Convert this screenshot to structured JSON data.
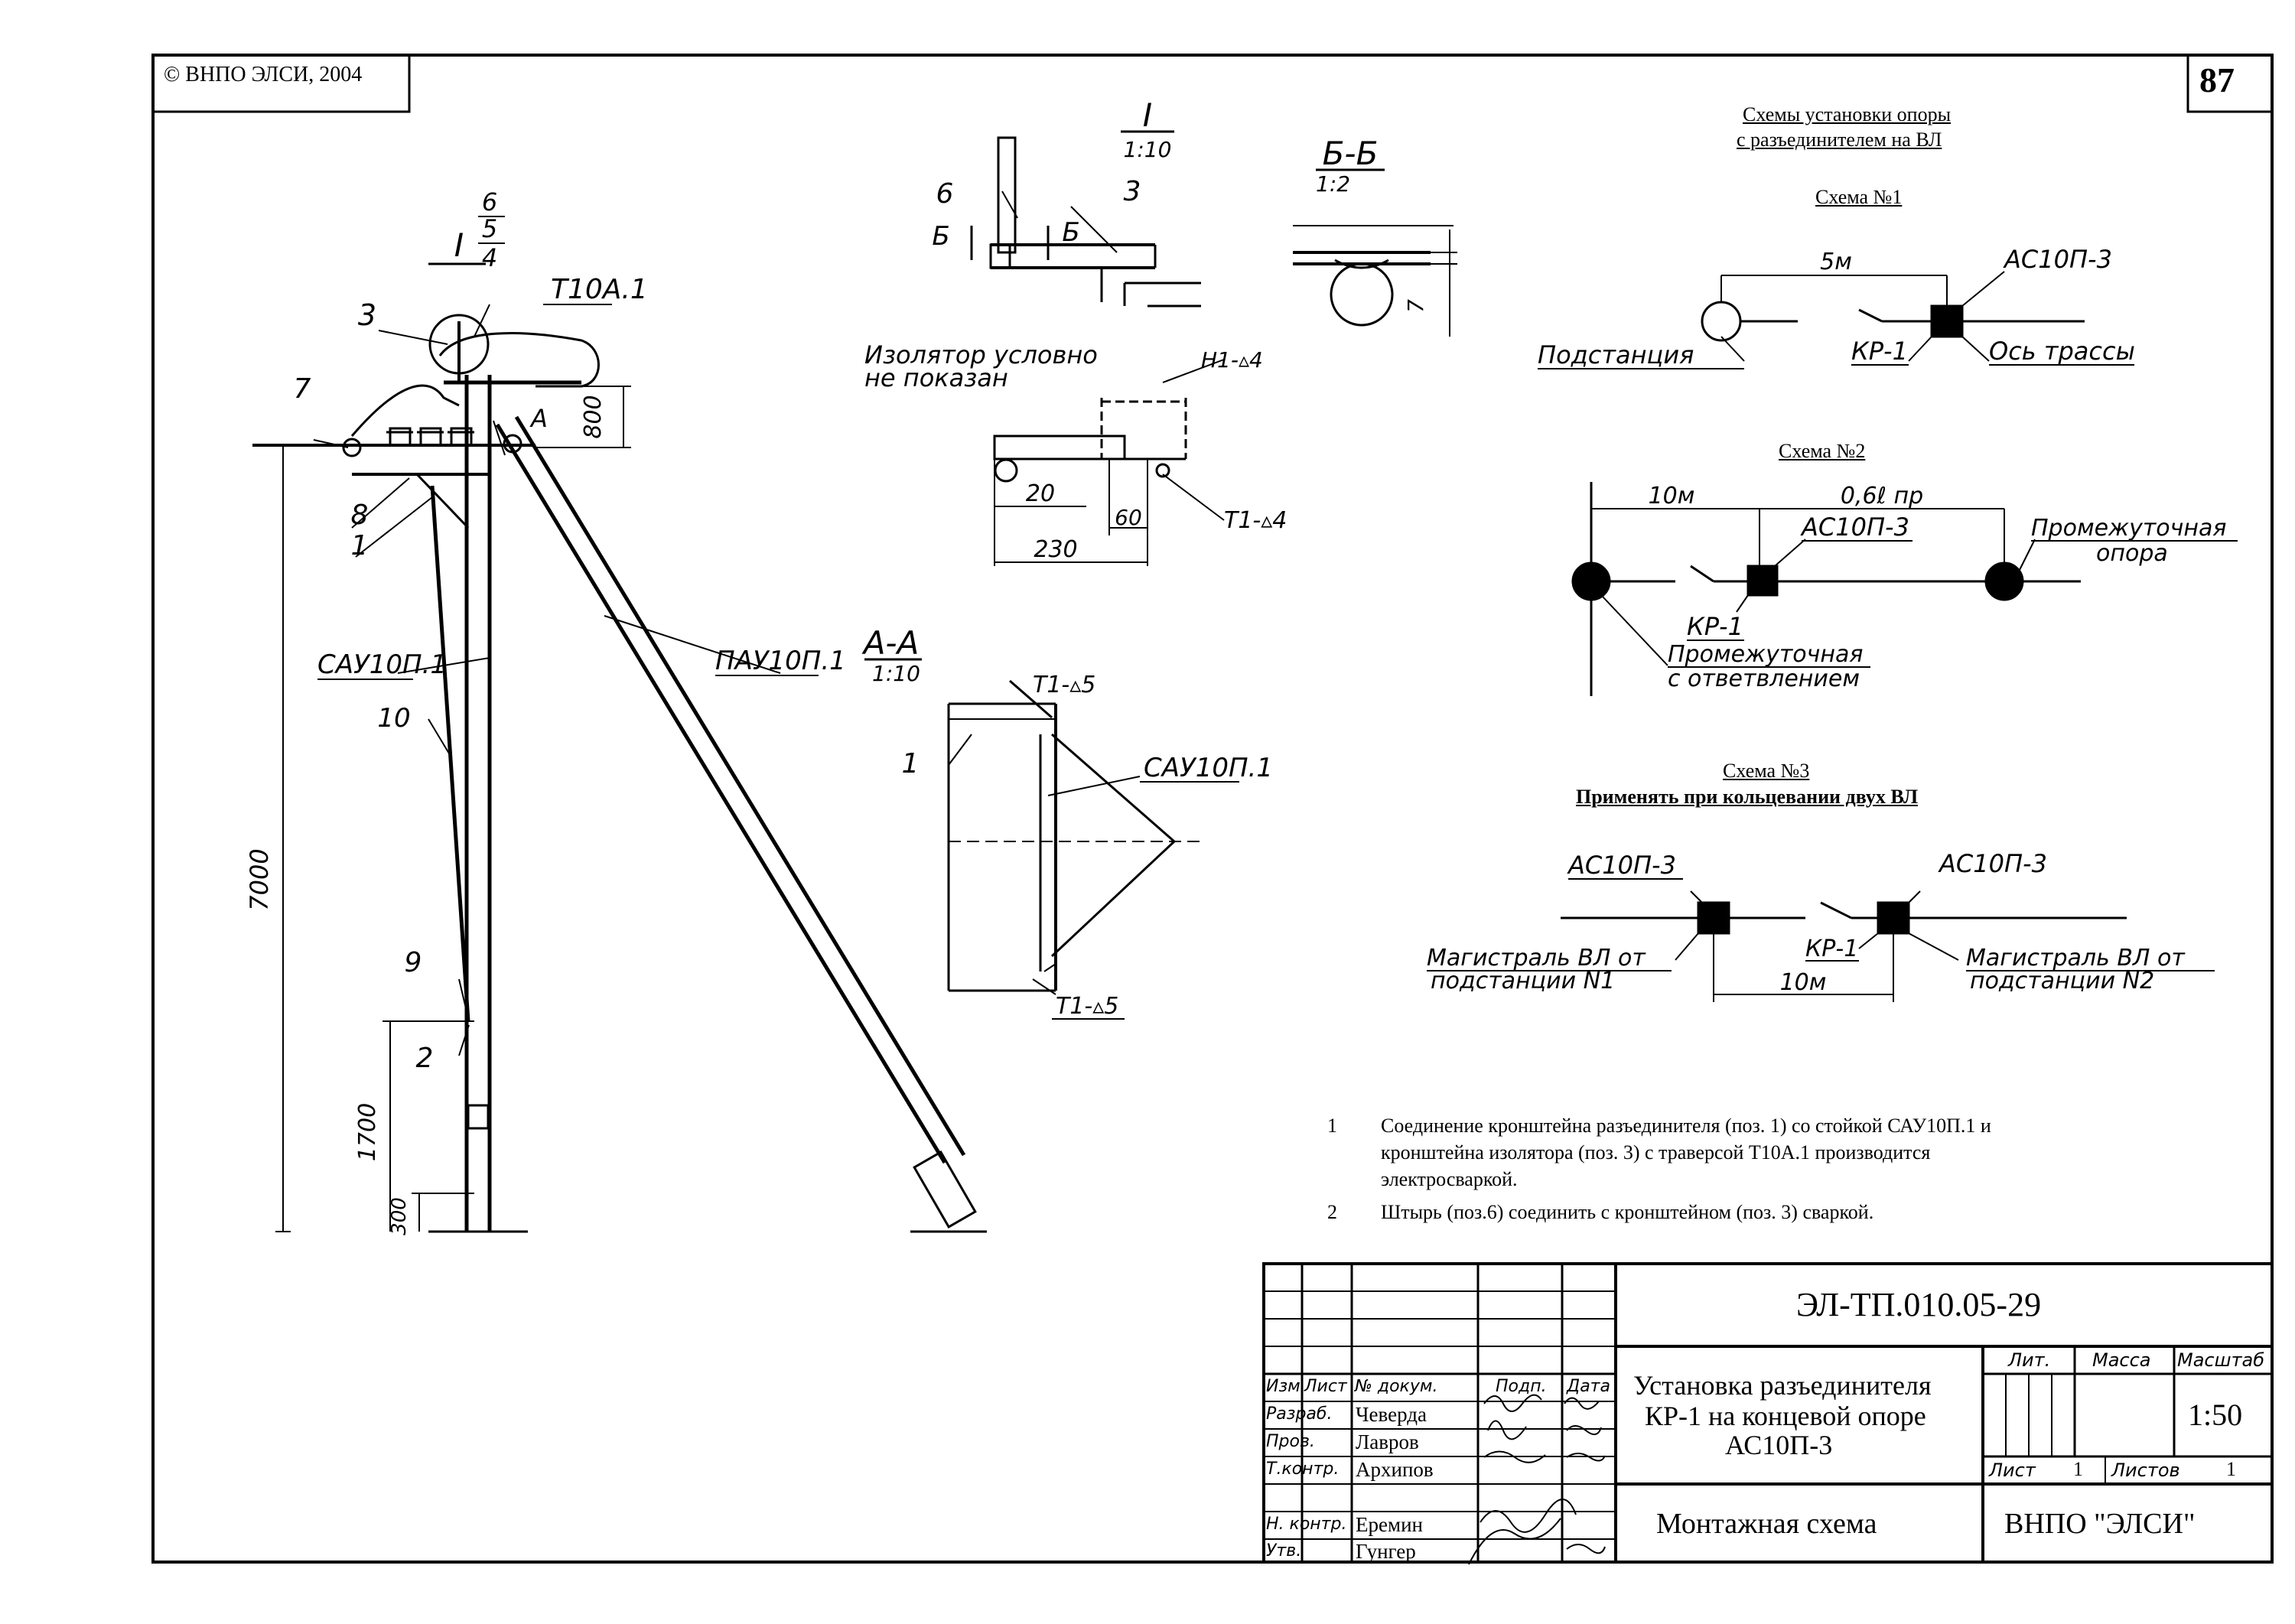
{
  "copyright": "© ВНПО ЭЛСИ, 2004",
  "page_number": "87",
  "pole_view": {
    "labels": {
      "node_I": "I",
      "pos6": "6",
      "pos5": "5",
      "pos4": "4",
      "pos3": "3",
      "traverse": "Т10А.1",
      "pos7": "7",
      "pos8": "8",
      "pos1": "1",
      "section_A": "А",
      "stand": "САУ10П.1",
      "pos10": "10",
      "brace": "ПАУ10П.1",
      "pos9": "9",
      "pos2": "2"
    },
    "dims": {
      "h800": "800",
      "h7000": "7000",
      "h1700": "1700",
      "h300": "300"
    }
  },
  "detail_I": {
    "title": "I",
    "scale": "1:10",
    "pos6": "6",
    "pos3": "3",
    "section_B": "Б",
    "note_line1": "Изолятор условно",
    "note_line2": "не показан",
    "weld1": "Н1-▵4",
    "weld2": "Т1-▵4",
    "dim20": "20",
    "dim60": "60",
    "dim230": "230"
  },
  "section_BB": {
    "title": "Б-Б",
    "scale": "1:2",
    "dim7": "7"
  },
  "section_AA": {
    "title": "А-А",
    "scale": "1:10",
    "weld_top": "Т1-▵5",
    "weld_bottom": "Т1-▵5",
    "pos1": "1",
    "stand": "САУ10П.1"
  },
  "schemes": {
    "header_line1": "Схемы установки опоры",
    "header_line2": "с разъединителем на ВЛ",
    "scheme1": {
      "title": "Схема №1",
      "dim": "5м",
      "switch_pole": "АС10П-3",
      "substation": "Подстанция",
      "kr": "КР-1",
      "axis": "Ось трассы"
    },
    "scheme2": {
      "title": "Схема №2",
      "dim10": "10м",
      "dim_span": "0,6ℓ пр",
      "switch_pole": "АС10П-3",
      "intermediate_line1": "Промежуточная",
      "intermediate_line2": "опора",
      "kr": "КР-1",
      "branch_line1": "Промежуточная",
      "branch_line2": "с ответвлением"
    },
    "scheme3": {
      "title": "Схема №3",
      "subtitle": "Применять при кольцевании двух ВЛ",
      "switch_left": "АС10П-3",
      "switch_right": "АС10П-3",
      "kr": "КР-1",
      "main_left_line1": "Магистраль ВЛ от",
      "main_left_line2": "подстанции N1",
      "main_right_line1": "Магистраль ВЛ от",
      "main_right_line2": "подстанции N2",
      "dim": "10м"
    }
  },
  "notes": [
    {
      "num": "1",
      "lines": [
        "Соединение кронштейна разъединителя   (поз. 1) со стойкой САУ10П.1 и",
        "кронштейна изолятора (поз. 3) с траверсой Т10А.1 производится",
        "электросваркой."
      ]
    },
    {
      "num": "2",
      "lines": [
        "Штырь (поз.6) соединить с кронштейном (поз. 3) сваркой."
      ]
    }
  ],
  "title_block": {
    "doc_code": "ЭЛ-ТП.010.05-29",
    "name_line1": "Установка разъединителя",
    "name_line2": "КР-1 на концевой опоре",
    "name_line3": "АС10П-3",
    "drawing_type": "Монтажная схема",
    "organization": "ВНПО \"ЭЛСИ\"",
    "col_headers": {
      "izm": "Изм",
      "list": "Лист",
      "doc_no": "№ докум.",
      "sign": "Подп.",
      "date": "Дата"
    },
    "roles": [
      {
        "role": "Разраб.",
        "name": "Чеверда"
      },
      {
        "role": "Пров.",
        "name": "Лавров"
      },
      {
        "role": "Т.контр.",
        "name": "Архипов"
      },
      {
        "role": "Н. контр.",
        "name": "Еремин"
      },
      {
        "role": "Утв.",
        "name": "Гунгер"
      }
    ],
    "lit_label": "Лит.",
    "mass_label": "Масса",
    "scale_label": "Масштаб",
    "scale_value": "1:50",
    "sheet_label": "Лист",
    "sheet_value": "1",
    "sheets_label": "Листов",
    "sheets_value": "1"
  }
}
